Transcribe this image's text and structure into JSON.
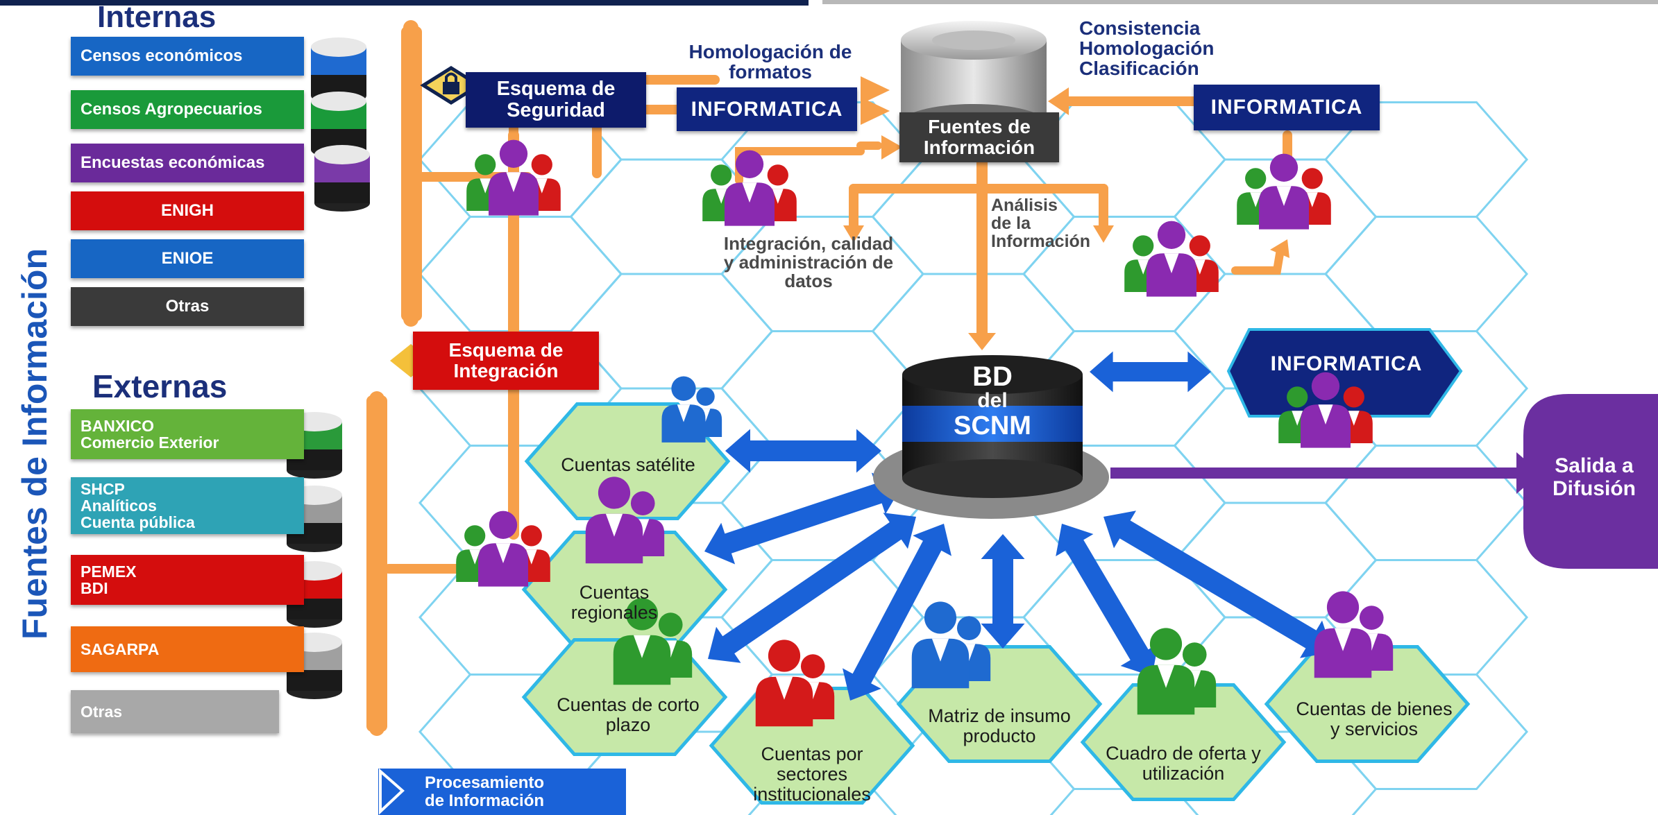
{
  "internas": {
    "title": "Internas",
    "items": [
      {
        "label": "Censos económicos",
        "color": "#1766c4"
      },
      {
        "label": "Censos Agropecuarios",
        "color": "#1a9a3a"
      },
      {
        "label": "Encuestas económicas",
        "color": "#6a2a9a"
      },
      {
        "label": "ENIGH",
        "color": "#d40d0d"
      },
      {
        "label": "ENIOE",
        "color": "#1766c4"
      },
      {
        "label": "Otras",
        "color": "#3a3a3a"
      }
    ]
  },
  "externas": {
    "title": "Externas",
    "items": [
      {
        "line1": "BANXICO",
        "line2": "Comercio Exterior",
        "line3": "",
        "color": "#64b33a"
      },
      {
        "line1": "SHCP",
        "line2": "Analíticos",
        "line3": "Cuenta pública",
        "color": "#2ea3b5"
      },
      {
        "line1": "PEMEX",
        "line2": "BDI",
        "line3": "",
        "color": "#d40d0d"
      },
      {
        "line1": "SAGARPA",
        "line2": "",
        "line3": "",
        "color": "#ef6b12"
      },
      {
        "line1": "Otras",
        "line2": "",
        "line3": "",
        "color": "#a8a8a8"
      }
    ]
  },
  "side_label": "Fuentes de Información",
  "esquema_seguridad": {
    "line1": "Esquema de",
    "line2": "Seguridad"
  },
  "esquema_integracion": {
    "line1": "Esquema de",
    "line2": "Integración"
  },
  "homologacion": {
    "line1": "Homologación de",
    "line2": "formatos"
  },
  "informatica": "INFORMATICA",
  "consistencia": {
    "line1": "Consistencia",
    "line2": "Homologación",
    "line3": "Clasificación"
  },
  "fuentes_info": {
    "line1": "Fuentes de",
    "line2": "Información"
  },
  "analisis": {
    "line1": "Análisis",
    "line2": "de la",
    "line3": "Información"
  },
  "integracion_calidad": {
    "line1": "Integración, calidad",
    "line2": "y administración de",
    "line3": "datos"
  },
  "bd": {
    "line1": "BD",
    "line2": "del",
    "line3": "SCNM"
  },
  "salida": {
    "line1": "Salida a",
    "line2": "Difusión"
  },
  "procesamiento": {
    "line1": "Procesamiento",
    "line2": "de Información"
  },
  "cuentas": [
    {
      "line1": "Cuentas satélite",
      "line2": "",
      "line3": ""
    },
    {
      "line1": "Cuentas",
      "line2": "regionales",
      "line3": ""
    },
    {
      "line1": "Cuentas de corto",
      "line2": "plazo",
      "line3": ""
    },
    {
      "line1": "Cuentas por",
      "line2": "sectores",
      "line3": "institucionales"
    },
    {
      "line1": "Matriz de insumo",
      "line2": "producto",
      "line3": ""
    },
    {
      "line1": "Cuadro de oferta y",
      "line2": "utilización",
      "line3": ""
    },
    {
      "line1": "Cuentas de bienes",
      "line2": "y servicios",
      "line3": ""
    }
  ],
  "colors": {
    "orange": "#f7a04a",
    "hex_outline": "#2fb8e6",
    "hex_fill": "#c6e8a8",
    "navy": "#0d1b6b",
    "arrow_blue": "#1a62d8",
    "purple": "#6b2fa0"
  }
}
